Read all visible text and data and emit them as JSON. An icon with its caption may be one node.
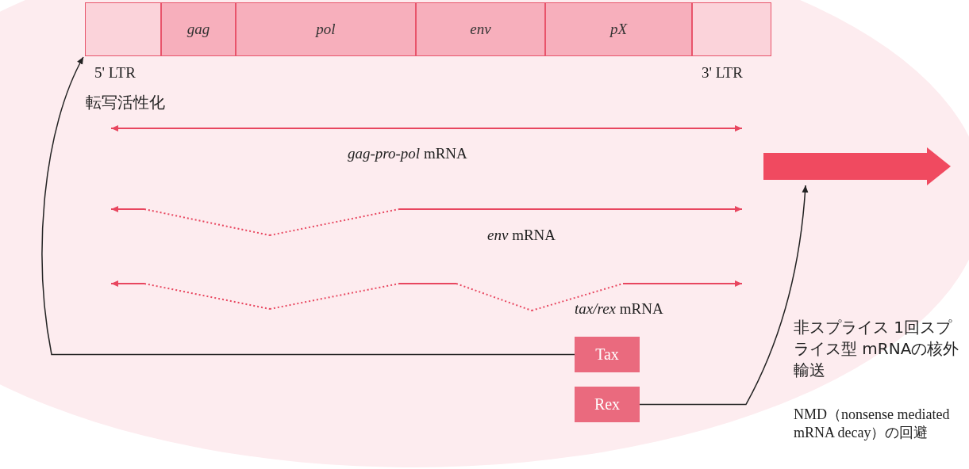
{
  "diagram": {
    "nodes": [
      {
        "text": [],
        "shape": "box",
        "beside": [
          "5' LTR"
        ]
      },
      {
        "text": [
          "*gag*"
        ]
      },
      {
        "text": [
          "*pol*"
        ]
      },
      {
        "text": [
          "*env*"
        ]
      },
      {
        "text": [
          "*pX*"
        ]
      },
      {
        "text": [],
        "shape": "box",
        "beside": [
          "3' LTR"
        ]
      },
      {
        "text": [
          "Tax"
        ]
      },
      {
        "text": [
          "Rex"
        ]
      },
      {
        "text": [],
        "shape": "arrow"
      }
    ],
    "edges": [
      {
        "from": 6,
        "to": 0,
        "arrow": "to",
        "label": "転写活性化"
      },
      {
        "from": 7,
        "to": 8,
        "arrow": "to",
        "label": "非スプライス 1回スプライス型 mRNAの核外輸送"
      }
    ],
    "labels": [
      "*gag-pro-pol* mRNA",
      "*env* mRNA",
      "*tax/rex* mRNA",
      "NMD（nonsense mediated mRNA decay）の回避"
    ]
  }
}
